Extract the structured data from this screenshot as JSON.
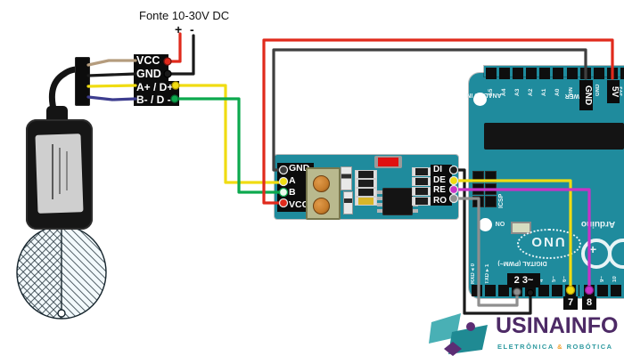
{
  "power_supply": {
    "title": "Fonte 10-30V DC",
    "plus": "+",
    "minus": "-"
  },
  "sensor_block": {
    "pins": [
      "VCC",
      "GND",
      "A+ / D+",
      "B- / D -"
    ]
  },
  "rs485": {
    "left_pins": [
      "GND",
      "A",
      "B",
      "VCC"
    ],
    "right_pins": [
      "DI",
      "DE",
      "RE",
      "RO"
    ]
  },
  "arduino": {
    "analog_section": "ANALOG IN",
    "analog_pins": [
      "A5",
      "A4",
      "A3",
      "A2",
      "A1",
      "A0"
    ],
    "power_section": "POWER",
    "vin": "VIN",
    "gnd_small": "GND",
    "v33": "3V3",
    "gnd_highlight": "GND",
    "v5_highlight": "5V",
    "digital_section": "DIGITAL (PWM~)",
    "rx": "RXD▴0",
    "tx": "TXD▾1",
    "pins23": "2 3~",
    "pin7": "7",
    "pin8": "8",
    "digital_small_left": [
      "4",
      "5~",
      "6~"
    ],
    "digital_small_right": [
      "9~",
      "10"
    ],
    "icsp": "ICSP",
    "on": "ON",
    "model": "UNO",
    "brand": "Arduino",
    "logo_plus": "+"
  },
  "branding": {
    "name": "USINAINFO",
    "tagline_left": "ELETRÔNICA",
    "tagline_amp": "&",
    "tagline_right": "ROBÓTICA"
  },
  "colors": {
    "board_teal": "#1f8b9d",
    "wire_red": "#e02a1c",
    "wire_black": "#1a1a1a",
    "wire_dark_gray": "#3f3f3f",
    "wire_yellow": "#f0dc12",
    "wire_green": "#0ca94e",
    "wire_blue": "#3d3d8f",
    "wire_tan": "#b59c7d",
    "wire_magenta": "#c733c7",
    "wire_gray": "#8f8f8f",
    "logo_purple": "#4d2a66",
    "logo_teal": "#2e9aa0",
    "logo_amber": "#f09f2e"
  }
}
